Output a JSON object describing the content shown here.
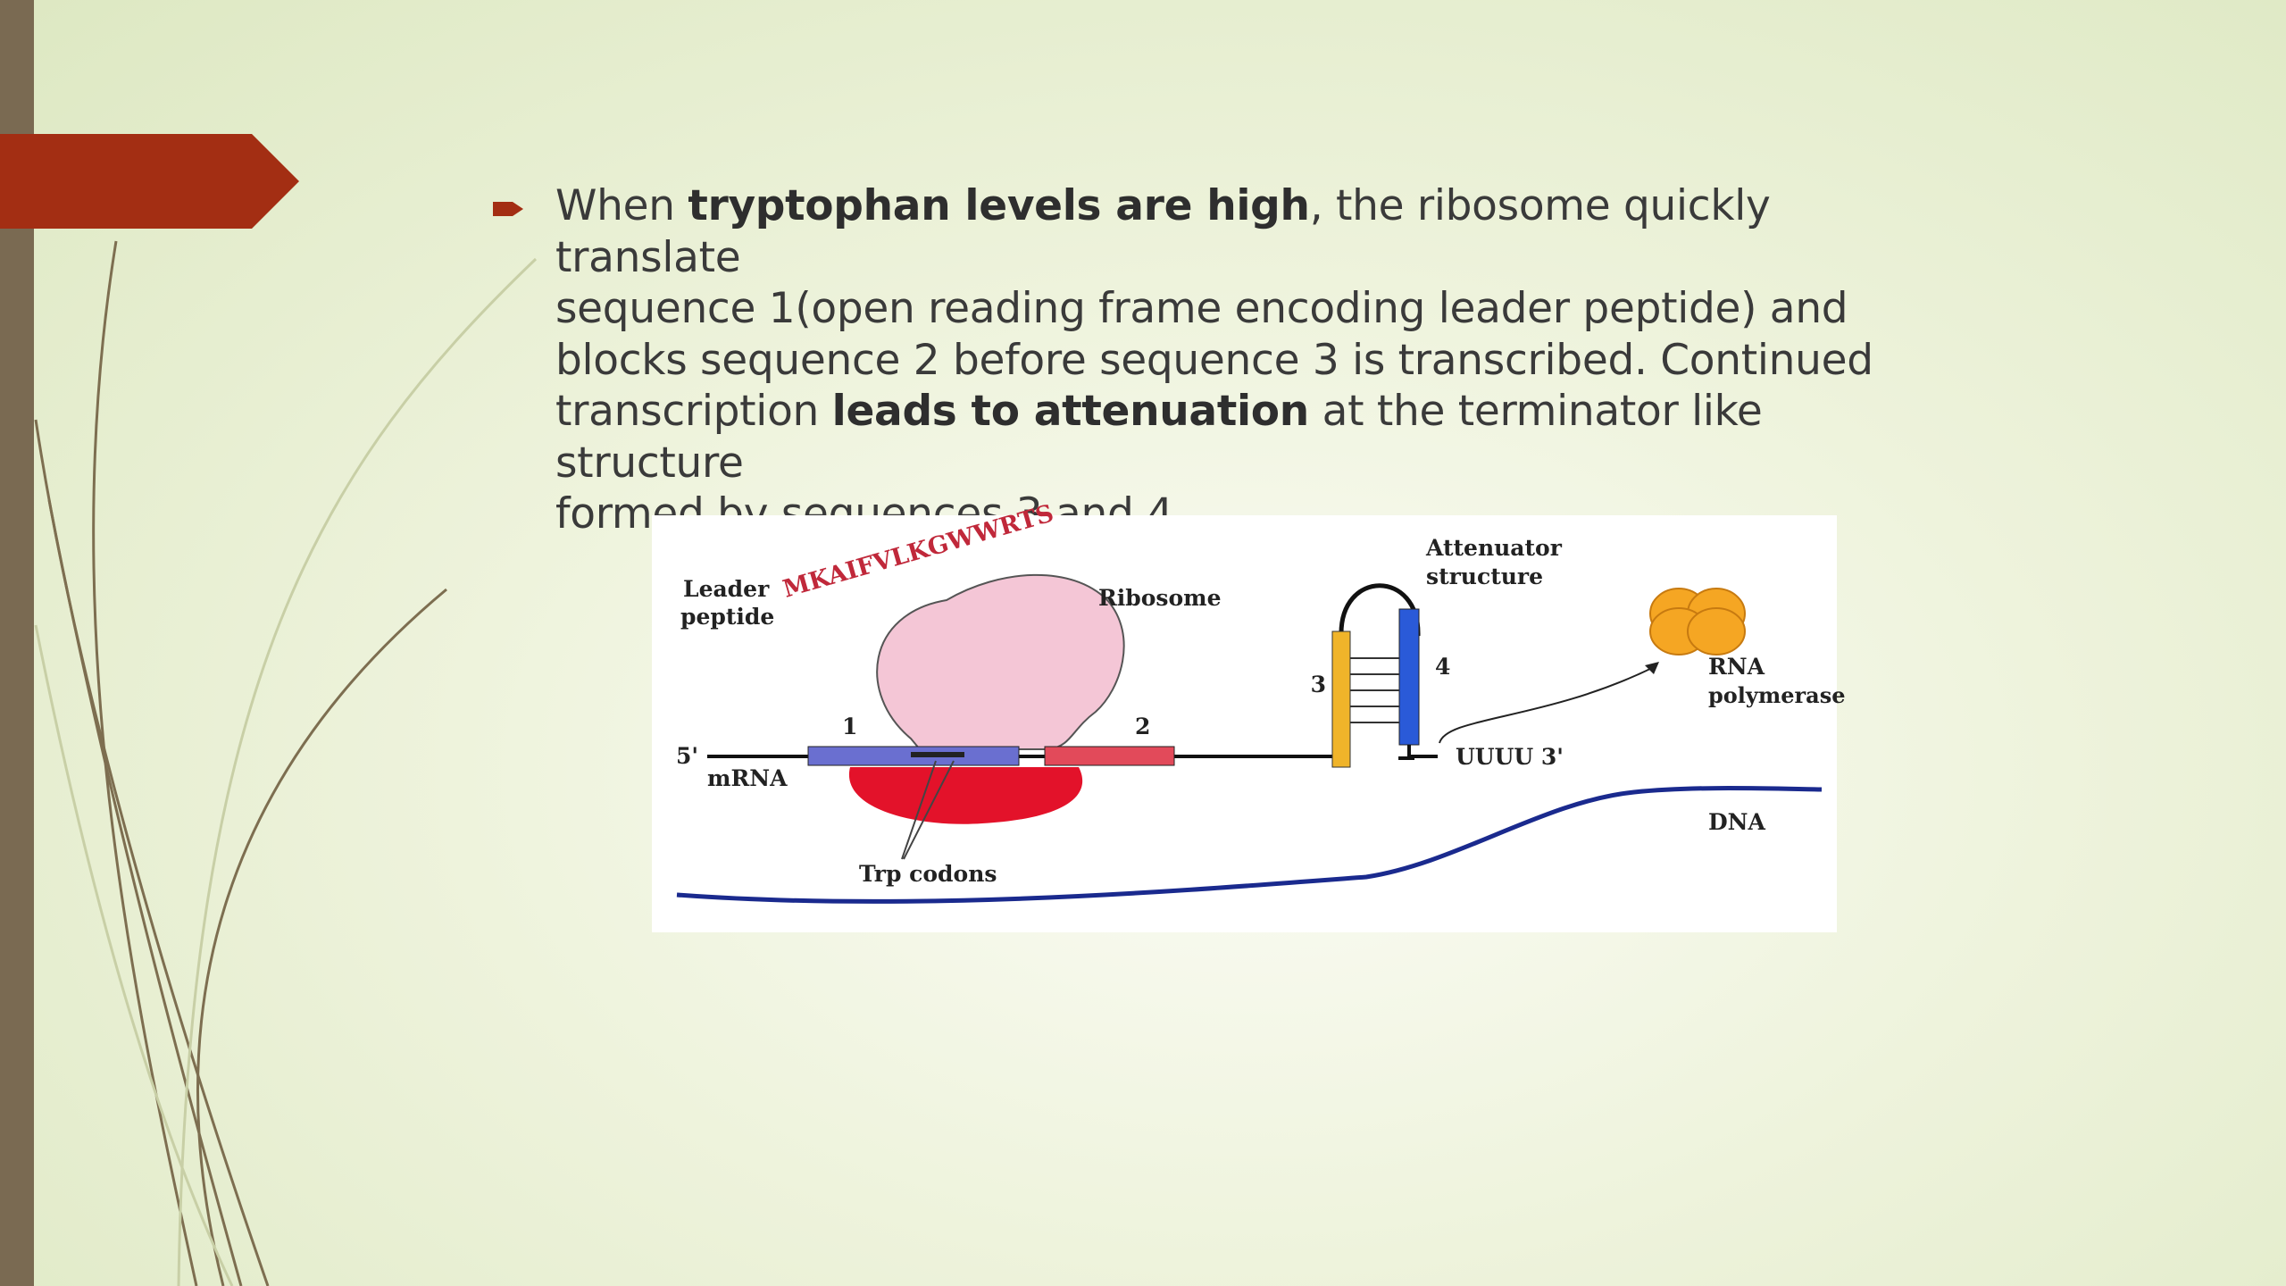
{
  "text": {
    "line1_pre": "When ",
    "line1_bold": "tryptophan levels are high",
    "line1_post": ", the ribosome quickly translate",
    "line2": "sequence 1(open reading frame encoding leader peptide) and",
    "line3": "blocks sequence 2 before sequence 3 is transcribed. Continued",
    "line4_pre": "transcription ",
    "line4_bold": "leads to attenuation",
    "line4_post": " at the terminator like structure",
    "line5": "formed by sequences 3 and 4."
  },
  "diagram": {
    "leader_peptide": [
      "Leader",
      "peptide"
    ],
    "peptide_sequence": "MKAIFVLKGWWRTS",
    "ribosome": "Ribosome",
    "seq1": "1",
    "seq2": "2",
    "seq3": "3",
    "seq4": "4",
    "five_prime": "5'",
    "mrna": "mRNA",
    "trp_codons": "Trp codons",
    "attenuator": [
      "Attenuator",
      "structure"
    ],
    "uuuu": "UUUU 3'",
    "rna_polymerase": [
      "RNA",
      "polymerase"
    ],
    "dna": "DNA"
  },
  "colors": {
    "accent_red": "#a32e13",
    "side_bar": "#7a6a52",
    "seq1_blue": "#6a6fd0",
    "seq2_red": "#e24a5a",
    "seq3_yellow": "#f0b42a",
    "seq4_blue": "#2a5ad8",
    "ribosome_pink": "#f4c6d6",
    "ribosome_red": "#e3122a",
    "polymerase_orange": "#f5a623",
    "dna_navy": "#1a2a8e"
  }
}
